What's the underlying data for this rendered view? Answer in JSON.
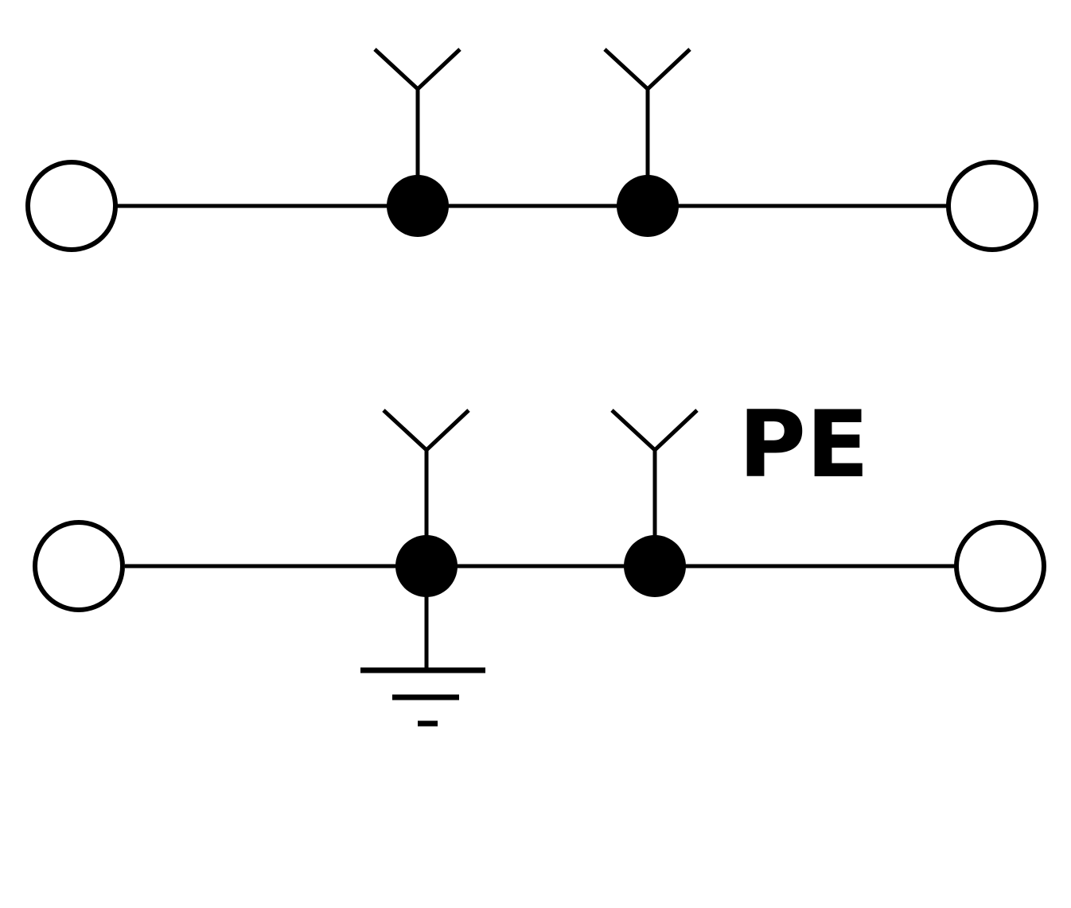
{
  "diagram": {
    "label_pe": "PE",
    "colors": {
      "stroke": "#000000",
      "background": "#ffffff"
    },
    "rows": [
      {
        "name": "top-terminal-row",
        "endpoints": [
          "open-terminal",
          "open-terminal"
        ],
        "nodes": [
          "solid-junction",
          "solid-junction"
        ],
        "connectors": [
          "plug-connector-icon",
          "plug-connector-icon"
        ],
        "ground": false
      },
      {
        "name": "bottom-terminal-row",
        "endpoints": [
          "open-terminal",
          "open-terminal"
        ],
        "nodes": [
          "solid-junction",
          "solid-junction"
        ],
        "connectors": [
          "plug-connector-icon",
          "plug-connector-icon"
        ],
        "ground": true
      }
    ]
  }
}
